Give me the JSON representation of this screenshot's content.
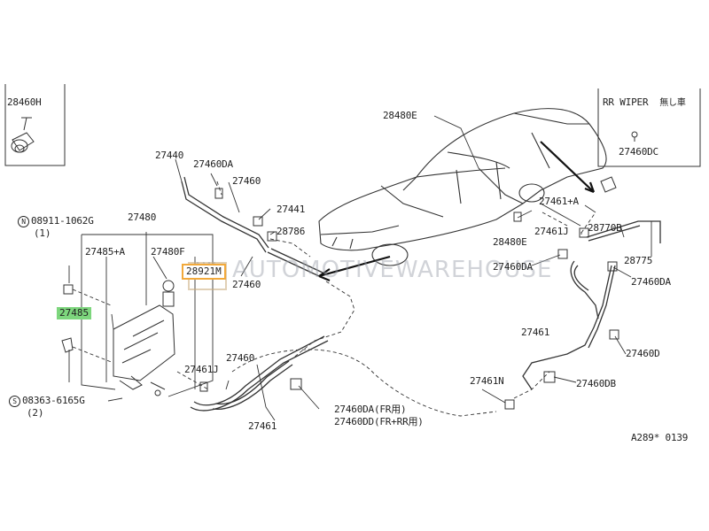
{
  "callouts": {
    "p28460H": "28460H",
    "rr_wiper": "RR WIPER",
    "rr_wiper_note": "無し車",
    "p27460DC": "27460DC",
    "p28480E_top": "28480E",
    "p27440": "27440",
    "p27460DA_a": "27460DA",
    "p27460_a": "27460",
    "p27441": "27441",
    "p28786": "28786",
    "p27460_b": "27460",
    "p28921M": "28921M",
    "p27480": "27480",
    "p27485A": "27485+A",
    "p27480F": "27480F",
    "p27485": "27485",
    "bolt_n_mark": "N",
    "bolt_n_num": "08911-1062G",
    "bolt_n_qty": "(1)",
    "bolt_s_mark": "S",
    "bolt_s_num": "08363-6165G",
    "bolt_s_qty": "(2)",
    "p27461J_a": "27461J",
    "p27460_c": "27460",
    "p27461_a": "27461",
    "p27460DA_fr": "27460DA(FR用)",
    "p27460DD": "27460DD(FR+RR用)",
    "p27461A": "27461+A",
    "p28480E_mid": "28480E",
    "p27461J_b": "27461J",
    "p28770B": "28770B",
    "p27460DA_b": "27460DA",
    "p28775": "28775",
    "p27460DA_c": "27460DA",
    "p27461_b": "27461",
    "p27460D": "27460D",
    "p27461N": "27461N",
    "p27460DB": "27460DB",
    "figure_code": "A289* 0139"
  },
  "watermark": {
    "text": "AUTOMOTIVEWAREHOUSE",
    "logo_text": "AW"
  }
}
